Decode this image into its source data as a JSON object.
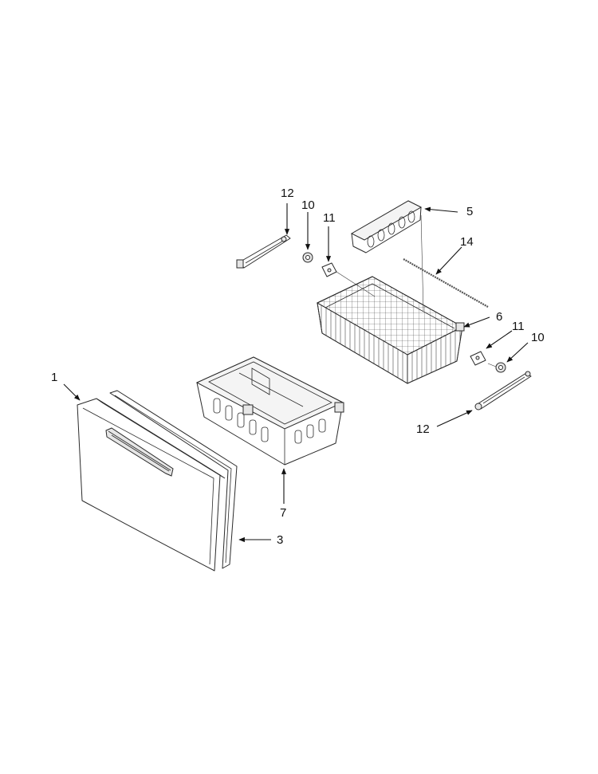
{
  "callouts": {
    "door_panel": "1",
    "door_gasket": "3",
    "basket_divider": "5",
    "wire_basket": "6",
    "lower_bin": "7",
    "cam_left": "10",
    "cam_right": "10",
    "bracket_left": "11",
    "bracket_right": "11",
    "slide_rail_left": "12",
    "slide_rail_right": "12",
    "support_rod": "14"
  }
}
